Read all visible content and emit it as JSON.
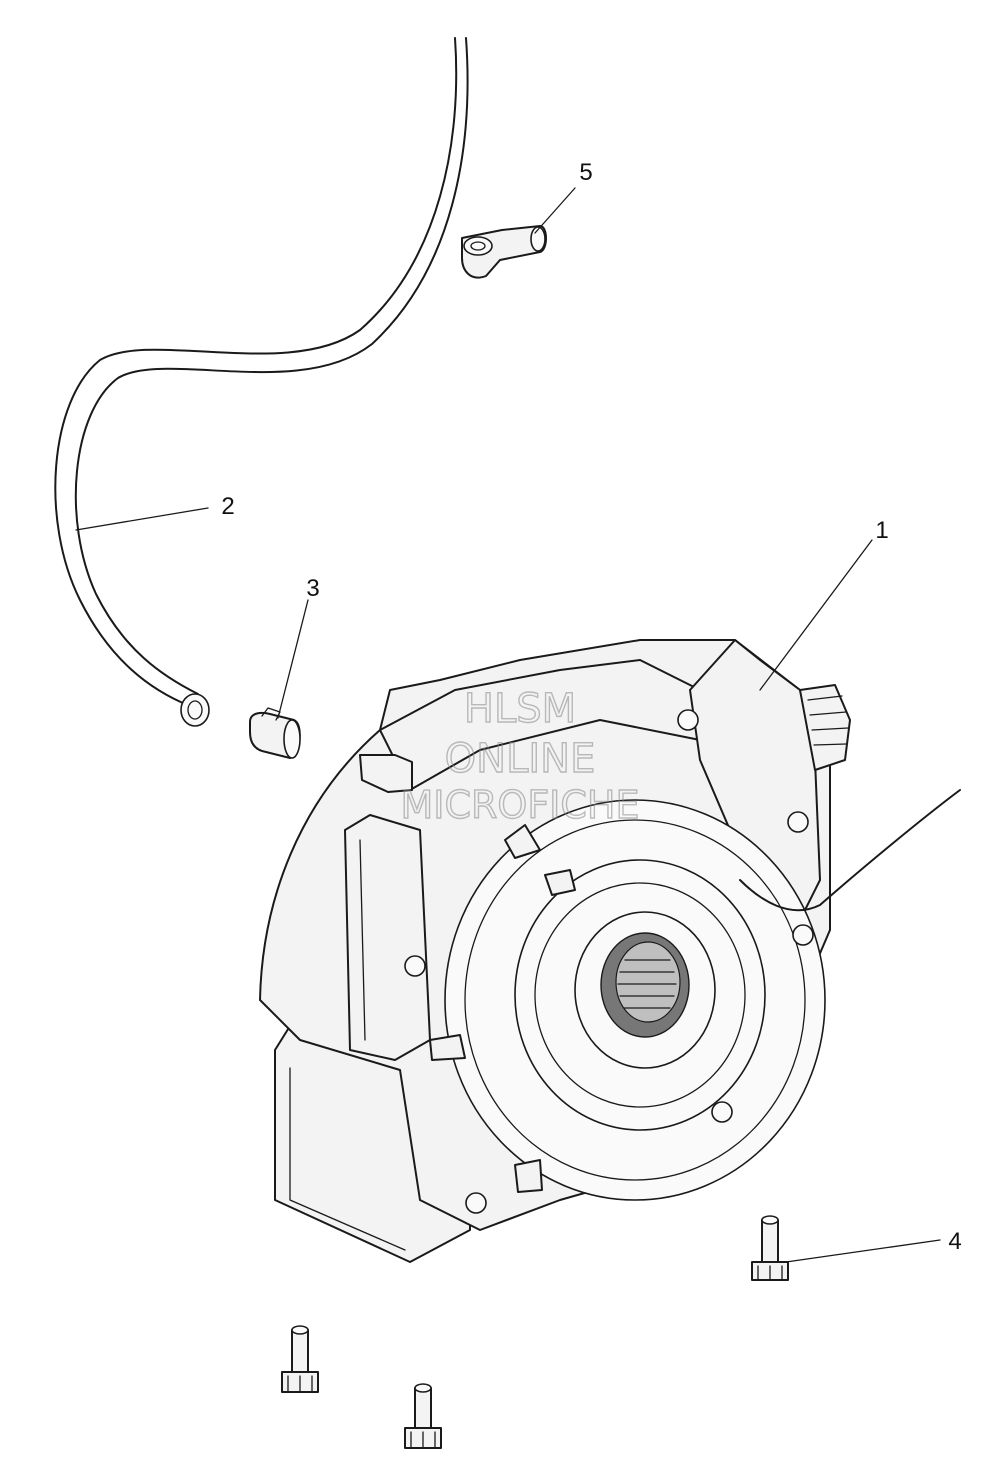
{
  "callouts": {
    "c1": "1",
    "c2": "2",
    "c3": "3",
    "c4": "4",
    "c5": "5"
  },
  "watermark": {
    "line1": "HLSM",
    "line2": "ONLINE",
    "line3": "MICROFICHE"
  },
  "colors": {
    "line": "#1a1a1a",
    "fill": "#f3f3f3",
    "background": "#ffffff"
  }
}
